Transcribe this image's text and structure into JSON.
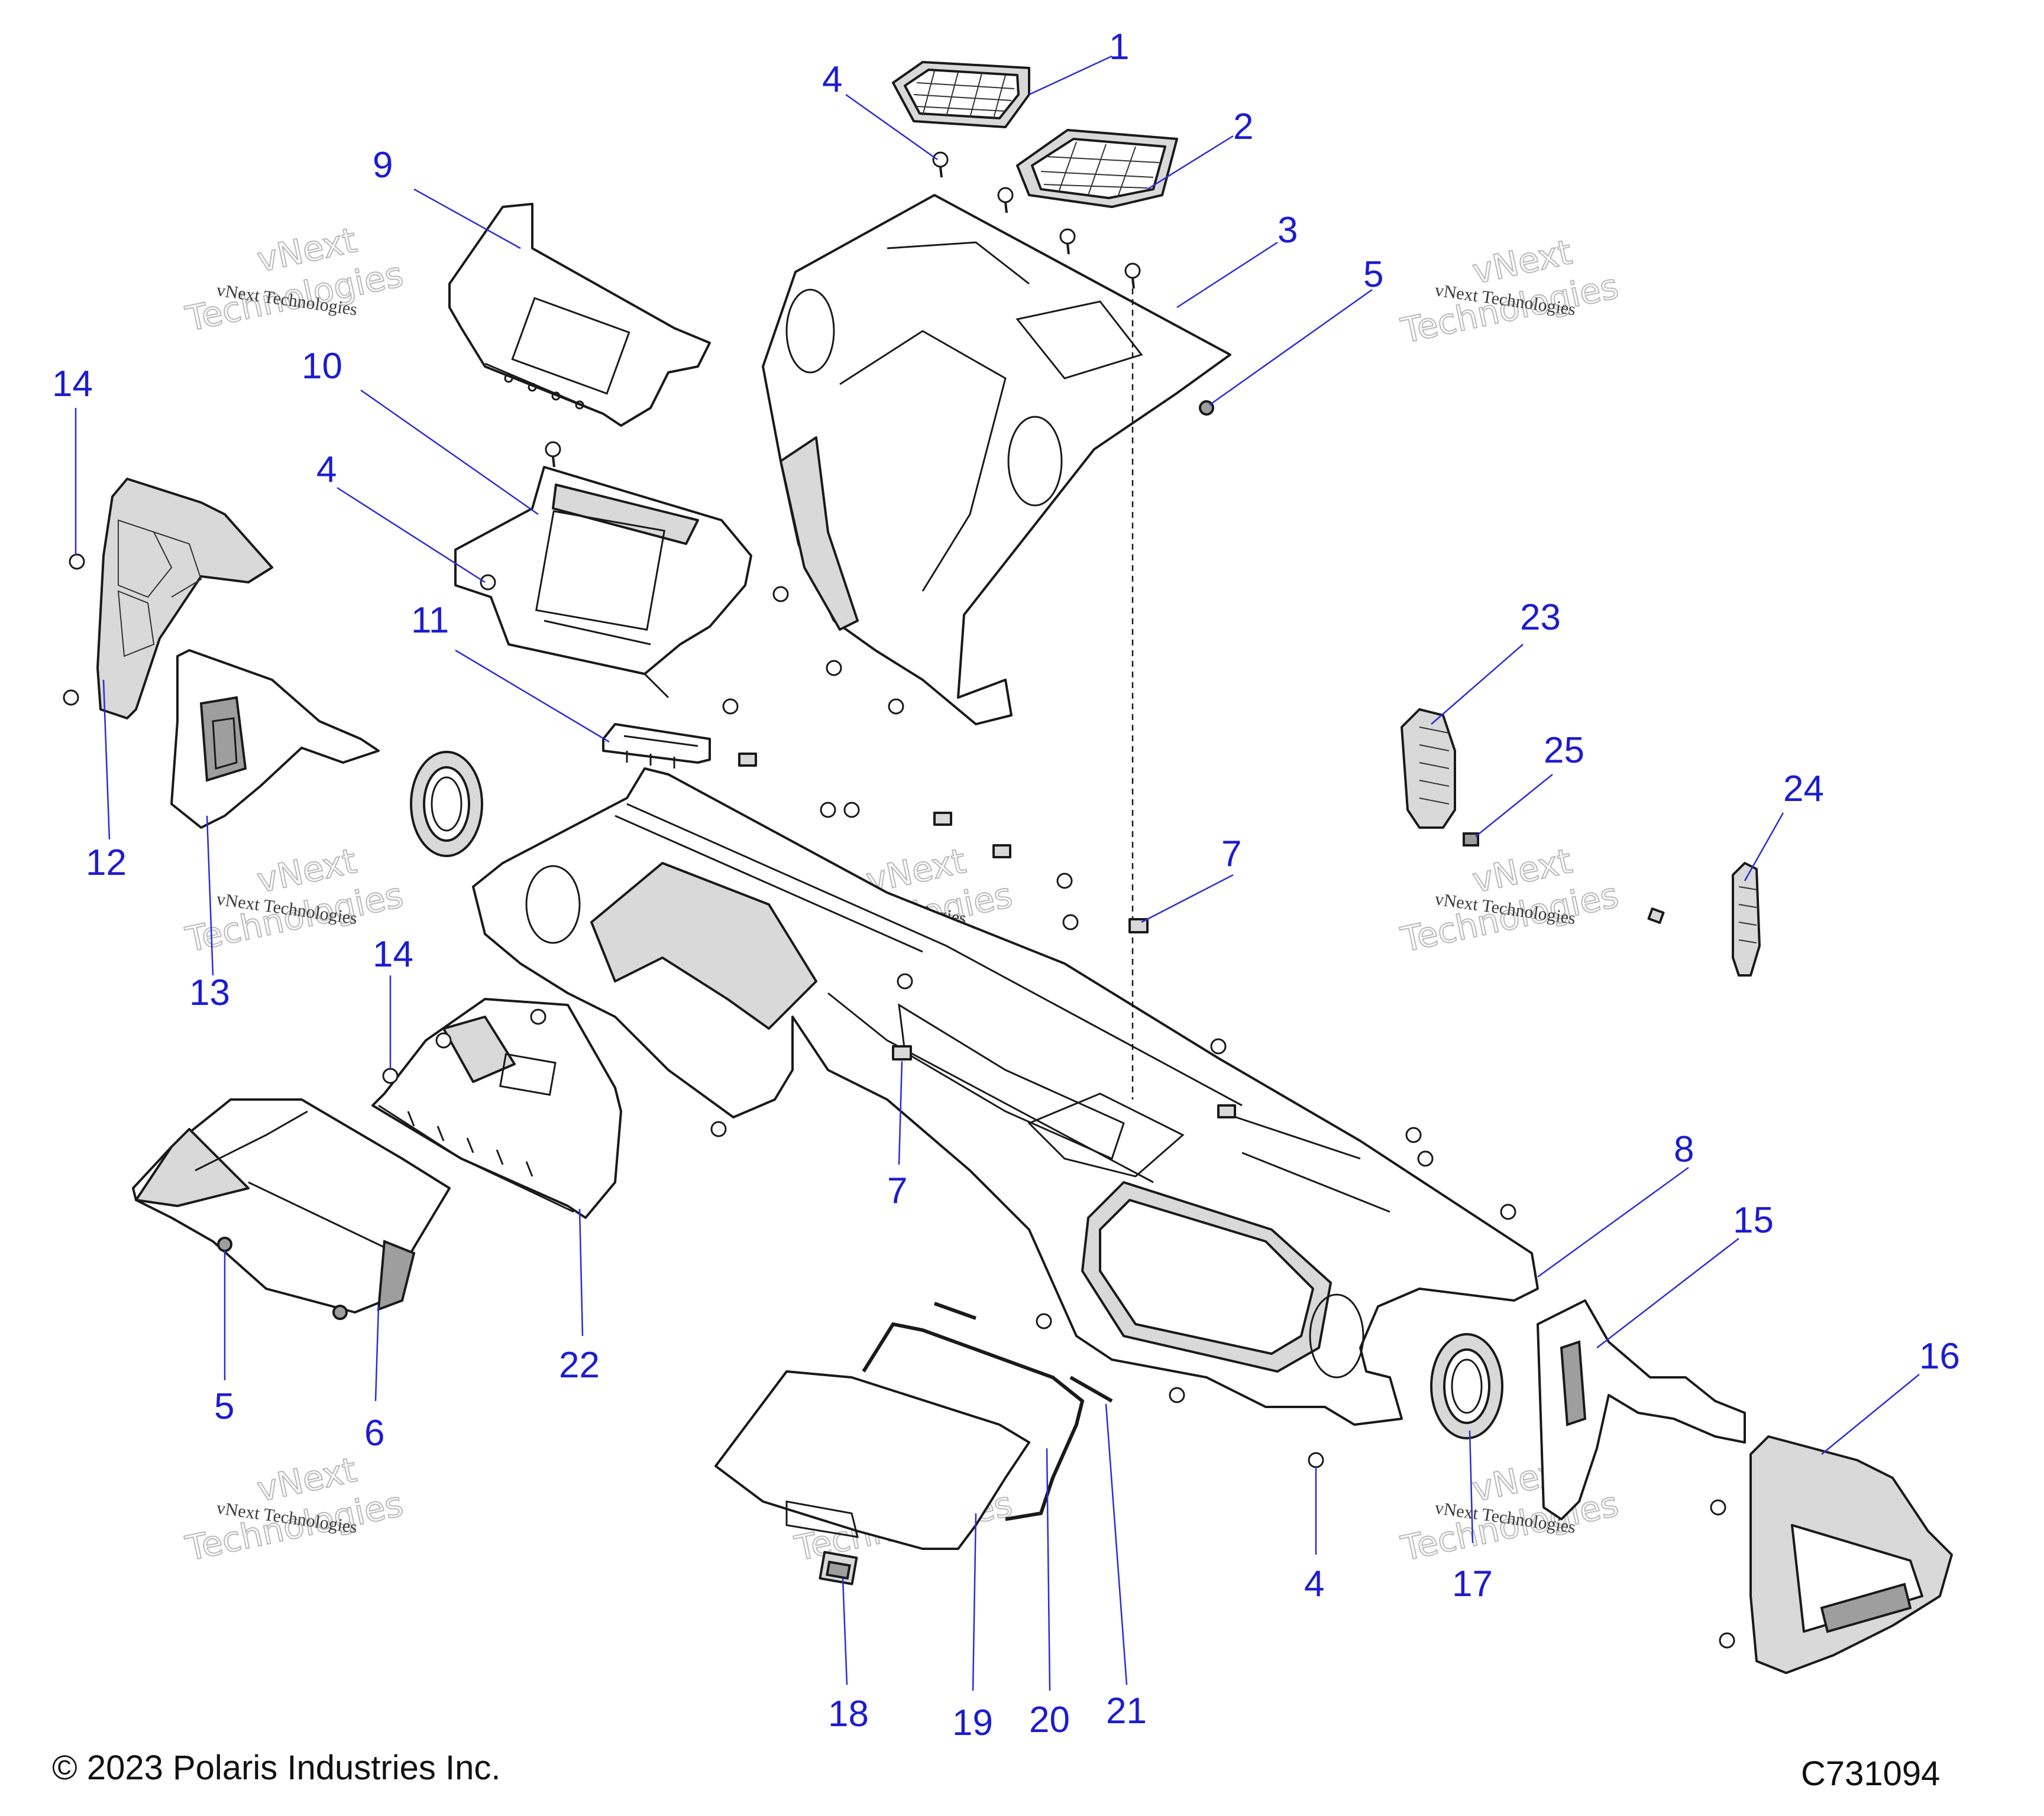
{
  "callouts": [
    "1",
    "2",
    "3",
    "4",
    "5",
    "6",
    "7",
    "8",
    "9",
    "10",
    "11",
    "12",
    "13",
    "14",
    "15",
    "16",
    "17",
    "18",
    "19",
    "20",
    "21",
    "22",
    "23",
    "24",
    "25"
  ],
  "watermark": {
    "line1": "vNext Technologies",
    "line2": "vNext",
    "line3": "Technologies"
  },
  "footer": {
    "copyright": "© 2023 Polaris Industries Inc.",
    "drawing_number": "C731094"
  },
  "colors": {
    "callout": "#1c1cd0",
    "line_art": "#1a1a1a",
    "watermark": "#b9b9b9"
  }
}
